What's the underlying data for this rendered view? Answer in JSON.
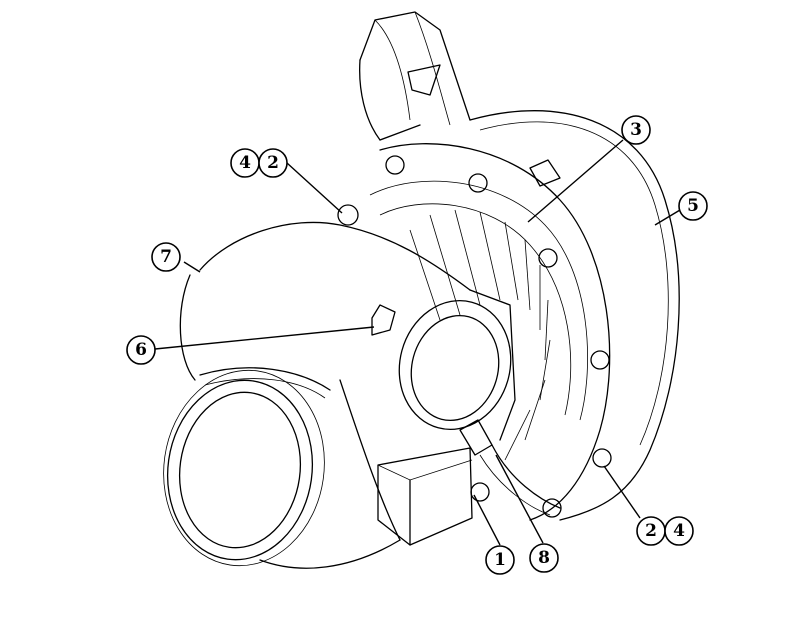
{
  "callouts": {
    "c1": "1",
    "c2a": "2",
    "c4a": "4",
    "c2b": "2",
    "c4b": "4",
    "c3": "3",
    "c5": "5",
    "c6": "6",
    "c7": "7",
    "c8": "8"
  }
}
